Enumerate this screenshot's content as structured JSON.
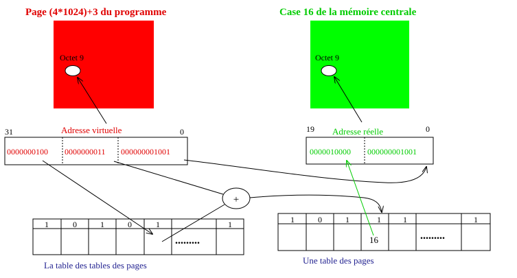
{
  "colors": {
    "red": "#ff0000",
    "green": "#00ff00",
    "red_text": "#e00000",
    "green_text": "#00cc00",
    "line": "#000000"
  },
  "virtual_page": {
    "title": "Page (4*1024)+3 du programme",
    "octet_label": "Octet 9"
  },
  "real_page": {
    "title": "Case 16 de la mémoire centrale",
    "octet_label": "Octet 9"
  },
  "virtual_address": {
    "label": "Adresse virtuelle",
    "bit_high": "31",
    "bit_low": "0",
    "fields": [
      "0000000100",
      "0000000011",
      "000000001001"
    ]
  },
  "real_address": {
    "label": "Adresse réelle",
    "bit_high": "19",
    "bit_low": "0",
    "fields": [
      "0000010000",
      "000000001001"
    ]
  },
  "adder": {
    "symbol": "+"
  },
  "page_table_directory": {
    "caption": "La table des tables des  pages",
    "bits": [
      "1",
      "0",
      "1",
      "0",
      "1",
      "",
      "1"
    ],
    "ellipsis": "........."
  },
  "page_table": {
    "caption": "Une table des  pages",
    "bits": [
      "1",
      "0",
      "1",
      "1",
      "1",
      "",
      "1"
    ],
    "ellipsis": ".........",
    "entry_value": "16"
  }
}
